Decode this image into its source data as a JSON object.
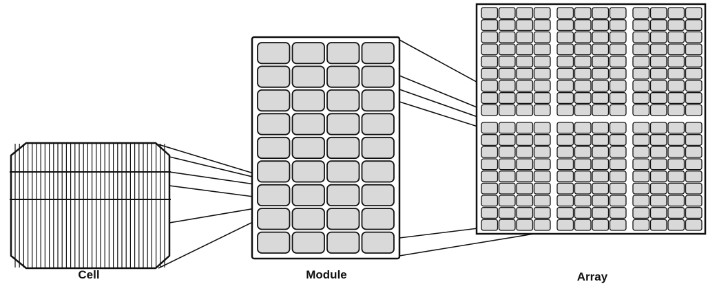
{
  "labels": {
    "cell": "Cell",
    "module": "Module",
    "array": "Array"
  },
  "grid": {
    "module_columns": 4,
    "module_rows": 9,
    "array_panels_across": 3,
    "array_panels_down": 2,
    "panel_cell_columns": 4,
    "panel_cell_rows": 9
  },
  "colors": {
    "cell_fill": "#d9d9d9",
    "line": "#111111",
    "background": "#ffffff"
  }
}
